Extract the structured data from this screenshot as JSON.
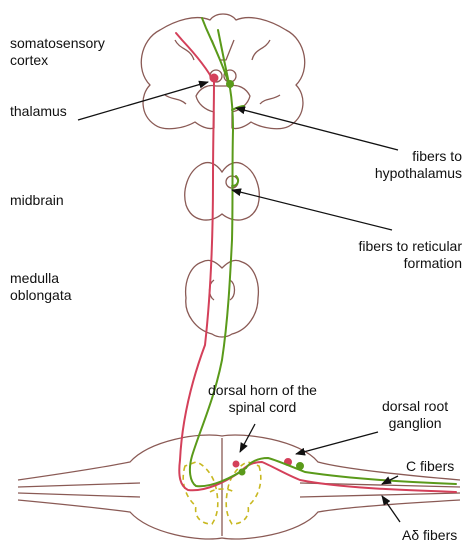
{
  "labels": {
    "somatosensory_cortex": [
      "somatosensory",
      "cortex"
    ],
    "thalamus": [
      "thalamus"
    ],
    "fibers_to_hypothalamus": [
      "fibers to",
      "hypothalamus"
    ],
    "midbrain": [
      "midbrain"
    ],
    "fibers_to_reticular_formation": [
      "fibers to reticular",
      "formation"
    ],
    "medulla_oblongata": [
      "medulla",
      "oblongata"
    ],
    "dorsal_horn": [
      "dorsal horn of the",
      "spinal cord"
    ],
    "dorsal_root_ganglion": [
      "dorsal root",
      "ganglion"
    ],
    "c_fibers": [
      "C fibers"
    ],
    "a_delta_fibers": [
      "Aδ  fibers"
    ]
  },
  "colors": {
    "outline": "#8a5a55",
    "red_pathway": "#d4405a",
    "green_pathway": "#5a9a1a",
    "gray_matter": "#c8b820",
    "arrow": "#111111"
  }
}
